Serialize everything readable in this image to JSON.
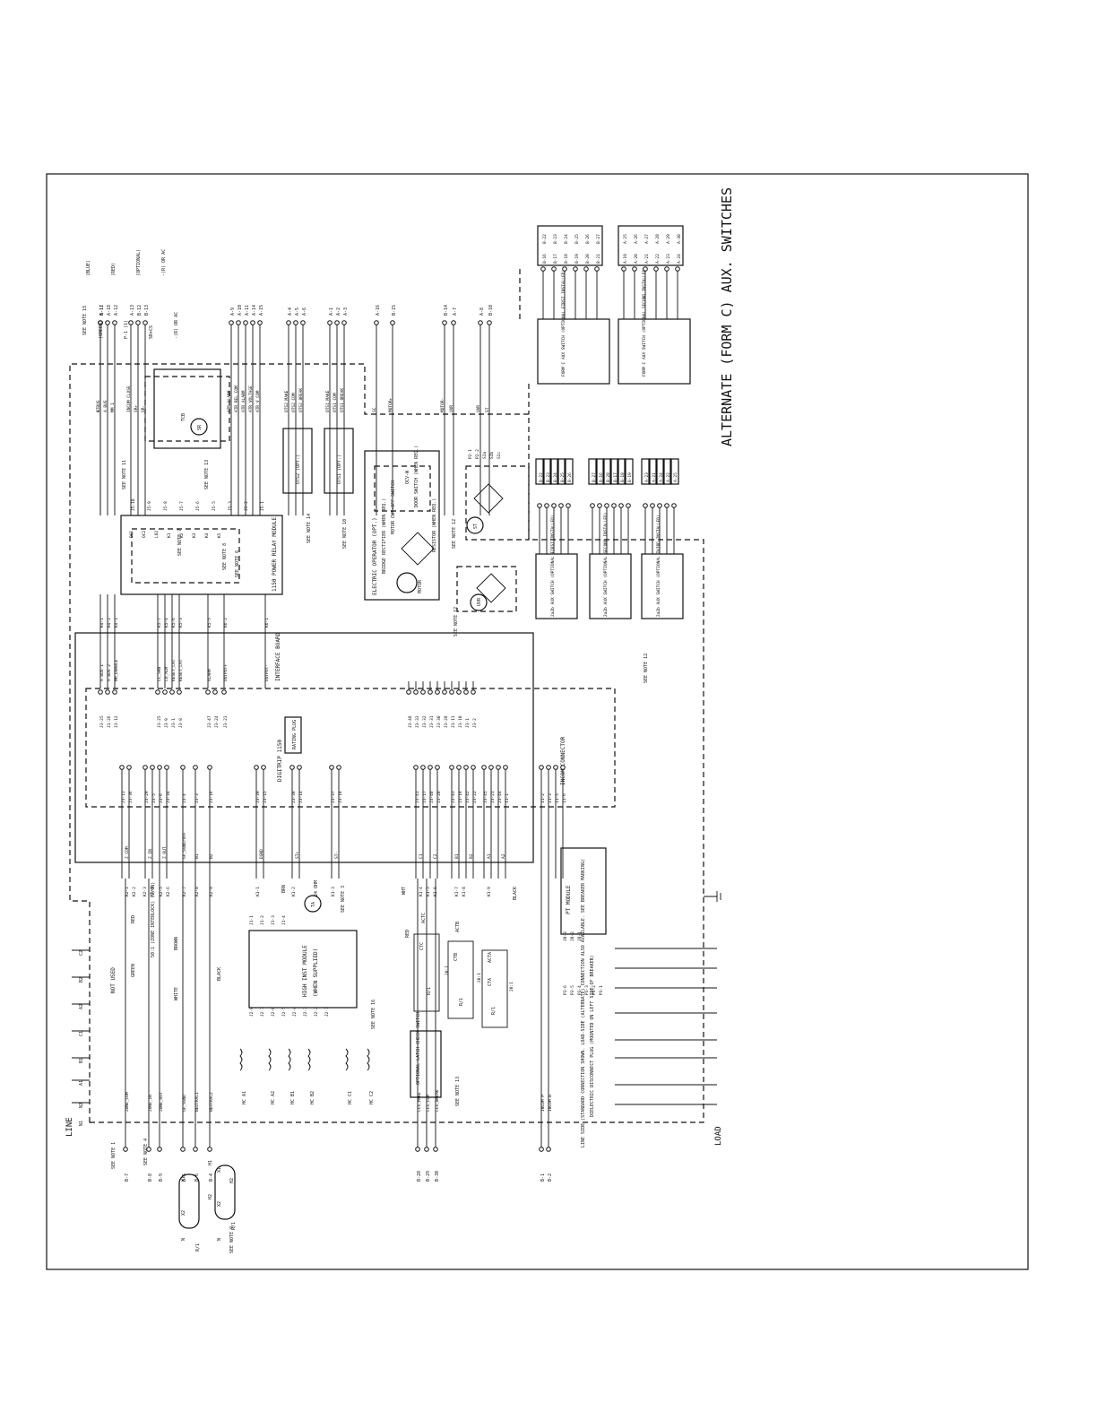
{
  "title": "ALTERNATE (FORM C) AUX. SWITCHES",
  "edge_labels": {
    "line": "LINE",
    "load": "LOAD"
  },
  "blocks": {
    "interface_board": "INTERFACE BOARD",
    "digitrip": "DIGITRIP 1150",
    "rating_plug": "RATING PLUG",
    "power_relay": "1150 POWER RELAY MODULE",
    "high_inst": "HIGH INST MODULE",
    "when_supplied": "(WHEN SUPPLIED)",
    "pt_module": "PT MODULE",
    "incom": "INCOM CONNECTOR",
    "electric_operator": "ELECTRIC OPERATOR (OPT.)",
    "bridge_rectifier": "BRIDGE RECTIFIER (WHEN REQ.)",
    "motor": "MOTOR",
    "motor_cutoff": "MOTOR CUT-OFF SWITCH",
    "ocv": "OCV-W",
    "door_switch": "DOOR SWITCH (WHEN REQ.)",
    "resistor": "RESISTOR (WHEN REQ.)",
    "optional_latch": "OPTIONAL LATCH CHECK SWITCH",
    "dielectric_plug": "DIELECTRIC DISCONNECT PLUG (MOUNTED ON LEFT SIDE OF BREAKER)",
    "line_side_note": "LINE SIDE (STANDARD CONNECTION SHOWN. LOAD-SIDE (ALTERNATE) CONNECTION ALSO AVAILABLE. SEE BREAKER MARKING)",
    "ots1": "OTS1 (OPT.)",
    "ots2": "OTS2 (OPT.)",
    "tcb": "TCB",
    "see_note_5": "SEE NOTE 5",
    "sr": "SR",
    "ta": "TA",
    "ohm24": "24 OHM",
    "uvr": "UVR",
    "st": "ST",
    "ratio": "20:1"
  },
  "aux_switches": [
    {
      "label": "2a2b AUX SWITCH (OPTIONAL FIRST INSTALLED)",
      "terms": [
        "B-22",
        "B-23",
        "B-24",
        "B-25",
        "B-26"
      ]
    },
    {
      "label": "2a2b AUX SWITCH (OPTIONAL SECOND INSTALLED)",
      "terms": [
        "B-27",
        "B-16",
        "B-28",
        "B-17",
        "B-18",
        "B-19"
      ]
    },
    {
      "label": "2a2b AUX SWITCH (OPTIONAL THIRD INSTALLED)",
      "terms": [
        "A-23",
        "A-21",
        "A-24",
        "A-22",
        "A-25"
      ]
    }
  ],
  "form_c_switches": [
    {
      "label": "FORM C AUX SWITCH (OPTIONAL FIRST INSTALLED)",
      "terms": [
        "B-16",
        "B-17",
        "B-18",
        "B-19",
        "B-20",
        "B-21"
      ],
      "terms2": [
        "B-22",
        "B-23",
        "B-24",
        "B-25",
        "B-26",
        "B-27"
      ]
    },
    {
      "label": "FORM C AUX SWITCH (OPTIONAL SECOND INSTALLED)",
      "terms": [
        "A-19",
        "A-20",
        "A-21",
        "A-22",
        "A-23",
        "A-24"
      ],
      "terms2": [
        "A-25",
        "A-26",
        "A-27",
        "A-28",
        "A-29",
        "A-30"
      ]
    }
  ],
  "notes": [
    "SEE NOTE 15",
    "SEE NOTE 11",
    "SEE NOTE 13",
    "SEE NOTE 7",
    "SEE NOTE 8",
    "SEE NOTE 6",
    "SEE NOTE 14",
    "SEE NOTE 10",
    "SEE NOTE 12",
    "SEE NOTE 12",
    "SEE NOTE 12",
    "SEE NOTE 1",
    "SEE NOTE 4",
    "SEE NOTE 9",
    "SEE NOTE 3",
    "SEE NOTE 16",
    "SEE NOTE 13"
  ],
  "top_terminals": [
    "A-17",
    "A-18",
    "A-12",
    "A-13",
    "B-12",
    "B-13",
    "A-9",
    "A-10",
    "A-11",
    "A-14",
    "A-15",
    "A-4",
    "A-5",
    "A-6",
    "A-1",
    "A-2",
    "A-3",
    "A-16",
    "B-15",
    "B-14",
    "A-7",
    "A-8",
    "B-10",
    "B-11"
  ],
  "top_signals": [
    "A BUS",
    "A BUS",
    "MM_1",
    "INCOM CLOSE",
    "SR+",
    "SR-",
    "ATR_ALARM",
    "ATR_REL_COM",
    "ATR_ALARM",
    "ATR_VOLTAGE",
    "ATR_V_COM",
    "OTS2_MAKE",
    "OTS2_COM",
    "OTS2_BREAK",
    "OTS1_MAKE",
    "OTS1_COM",
    "OTS1_BREAK",
    "SC",
    "MOTOR+",
    "MOTOR-",
    "UVR",
    "UVR",
    "ST",
    "ST"
  ],
  "relay_terms": [
    "K4-1",
    "K4-2",
    "K4-3",
    "K5-7",
    "K5-4",
    "K5-6",
    "K5-3",
    "K5-5",
    "K6-2",
    "K6-1",
    "J5-10",
    "J5-9",
    "J5-8",
    "J5-7",
    "J5-6",
    "J5-5",
    "J5-3",
    "J5-2",
    "J5-1"
  ],
  "board_signals": [
    "A BUS 1",
    "A BUS 2",
    "MM_ENABLE",
    "CC_SRN",
    "LO_ALM",
    "RESET_LAT",
    "RESET_LAT",
    "ALARM",
    "OUTPUT+",
    "OUTPUT-"
  ],
  "j_terms": [
    "J3-25",
    "J3-26",
    "J3-12",
    "J3-25",
    "J3-9",
    "J3-1",
    "J3-8",
    "J3-47",
    "J3-24",
    "J3-23",
    "J3-48",
    "J3-33",
    "J3-32",
    "J3-31",
    "J3-30",
    "J3-28",
    "J3-11",
    "J3-10",
    "J3-1",
    "J3-2"
  ],
  "lower_j_terms": [
    "J3-13",
    "J3-36",
    "J3-29",
    "J3-5",
    "J3-6",
    "J3-34",
    "J3-4",
    "J3-3",
    "J3-16",
    "J3-39",
    "J3-15",
    "J3-38",
    "J3-14",
    "J3-37",
    "J3-18",
    "J3-41",
    "J3-17",
    "J3-40",
    "J3-20",
    "J3-43",
    "J3-19",
    "J3-42",
    "J3-22",
    "J3-45",
    "J3-21",
    "J3-44",
    "I1-1",
    "I1-2",
    "I1-3",
    "I1-5",
    "I1-6"
  ],
  "lower_signals": [
    "Z_COM",
    "Z_IN",
    "Z_OUT",
    "GF_SGND/OFF",
    "N1",
    "N2",
    "DGND",
    "ST+",
    "ST-",
    "C1",
    "C2",
    "B1",
    "B2",
    "A1",
    "A2"
  ],
  "k_terms": [
    "K2-1",
    "K2-2",
    "K2-3",
    "K2-4",
    "K2-5",
    "K2-6",
    "K2-7",
    "K2-8",
    "K2-9",
    "K1-1",
    "K1-2",
    "K1-3",
    "K1-4",
    "K1-5",
    "K1-6",
    "K1-7",
    "K1-8",
    "K1-9"
  ],
  "bottom_signals": [
    "ZONE_COM",
    "ZONE_IN",
    "ZONE_OUT",
    "GF_SGND",
    "NEUTRAL1",
    "NEUTRAL2",
    "LCS_MAKE",
    "LCS_COM",
    "LCS_BREAK",
    "INCOM P",
    "INCOM N"
  ],
  "bottom_terminals": [
    "B-7",
    "B-8",
    "B-9",
    "B-5",
    "B-6",
    "B-4",
    "B-28",
    "B-29",
    "B-30",
    "B-1",
    "B-2"
  ],
  "phase_labels": [
    "C2",
    "B2",
    "A2",
    "C1",
    "B1",
    "A1",
    "N2",
    "N1"
  ],
  "wire_colors": [
    "RED",
    "GREEN",
    "BROWN",
    "WHITE",
    "BLACK",
    "BRN",
    "WHT",
    "RED",
    "BLACK"
  ],
  "sensor_labels": [
    "ACTA",
    "ACTB",
    "ACTC",
    "CTA",
    "CTB",
    "CTC",
    "R/1",
    "R/1",
    "R/1"
  ],
  "x_labels": [
    "X1",
    "X2",
    "X1",
    "X2",
    "N",
    "N",
    "H1",
    "H2",
    "H2",
    "R/1",
    "R/1"
  ],
  "not_used": "NOT USED",
  "ct_note": "50:1 (ZONE INTERLOCK) (Z/ON)",
  "hc_labels": [
    "HC A1",
    "HC A2",
    "HC B1",
    "HC B2",
    "HC C1",
    "HC C2"
  ],
  "pt_terms": [
    "P3-6",
    "P3-5",
    "P3-4",
    "P3-3",
    "P3-2",
    "P3-1",
    "J8-3",
    "J8-2",
    "J8-1"
  ],
  "j2_terms": [
    "J2-8",
    "J2-7",
    "J2-6",
    "J2-5",
    "J2-4",
    "J2-3",
    "J2-2",
    "J2-1",
    "J1-1",
    "J1-2",
    "J1-3",
    "J1-4"
  ],
  "st_terms": [
    "P2-1",
    "P2-2",
    "S2a",
    "S2b",
    "S2c"
  ],
  "contact_labels": [
    "OC1",
    "OC2",
    "LO2",
    "K1",
    "K2",
    "K3",
    "K4",
    "K5"
  ],
  "misc_labels": [
    "(BLUE)",
    "(GREEN)",
    "(RED)",
    "P-1 (1)",
    "(OPTIONAL)",
    "SR+CS",
    "-(R) OR AC",
    "-(R) OR AC"
  ]
}
